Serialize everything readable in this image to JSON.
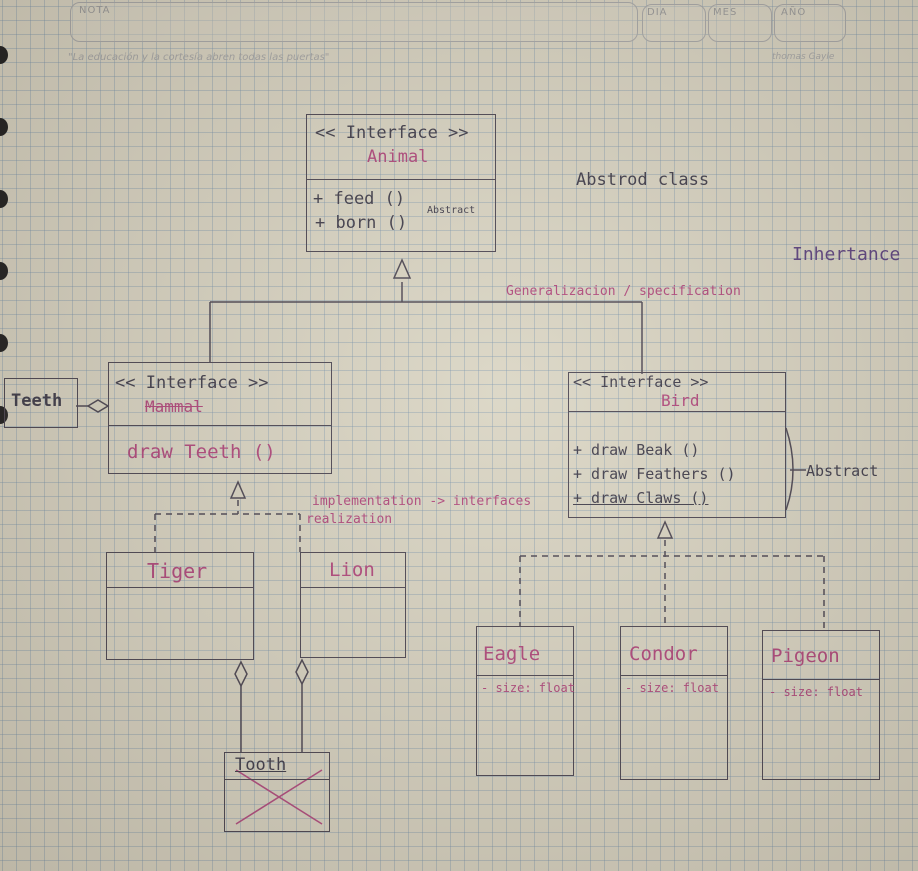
{
  "header": {
    "nota_label": "NOTA",
    "dia_label": "DIA",
    "mes_label": "MES",
    "ano_label": "AÑO",
    "motto": "\"La educación y la cortesía abren todas las puertas\"",
    "brand": "thomas Gayle"
  },
  "diagram": {
    "animal": {
      "stereotype": "<< Interface >>",
      "name": "Animal",
      "methods": [
        "+ feed ()",
        "+ born ()"
      ],
      "method_note": "Abstract"
    },
    "abstract_class_label": "Abstrod class",
    "inheritance_label": "Inhertance",
    "generalization_label": "Generalizacion / specification",
    "mammal": {
      "stereotype": "<< Interface >>",
      "name": "Mammal",
      "method": "draw Teeth ()"
    },
    "teeth_box": "Teeth",
    "bird": {
      "stereotype": "<< Interface >>",
      "name": "Bird",
      "methods": [
        "+ draw Beak ()",
        "+ draw Feathers ()",
        "+ draw Claws ()"
      ]
    },
    "abstract_note": "Abstract",
    "realization_label": "implementation -> interfaces",
    "realization_label2": "realization",
    "tiger": {
      "name": "Tiger"
    },
    "lion": {
      "name": "Lion"
    },
    "tooth_box": "Tooth",
    "eagle": {
      "name": "Eagle",
      "attr": "- size: float"
    },
    "condor": {
      "name": "Condor",
      "attr": "- size: float"
    },
    "pigeon": {
      "name": "Pigeon",
      "attr": "- size: float"
    }
  },
  "colors": {
    "ink": "#3d3a48",
    "pink": "#b0457a",
    "purple": "#5a3f7e",
    "grid": "#6e8caa"
  }
}
